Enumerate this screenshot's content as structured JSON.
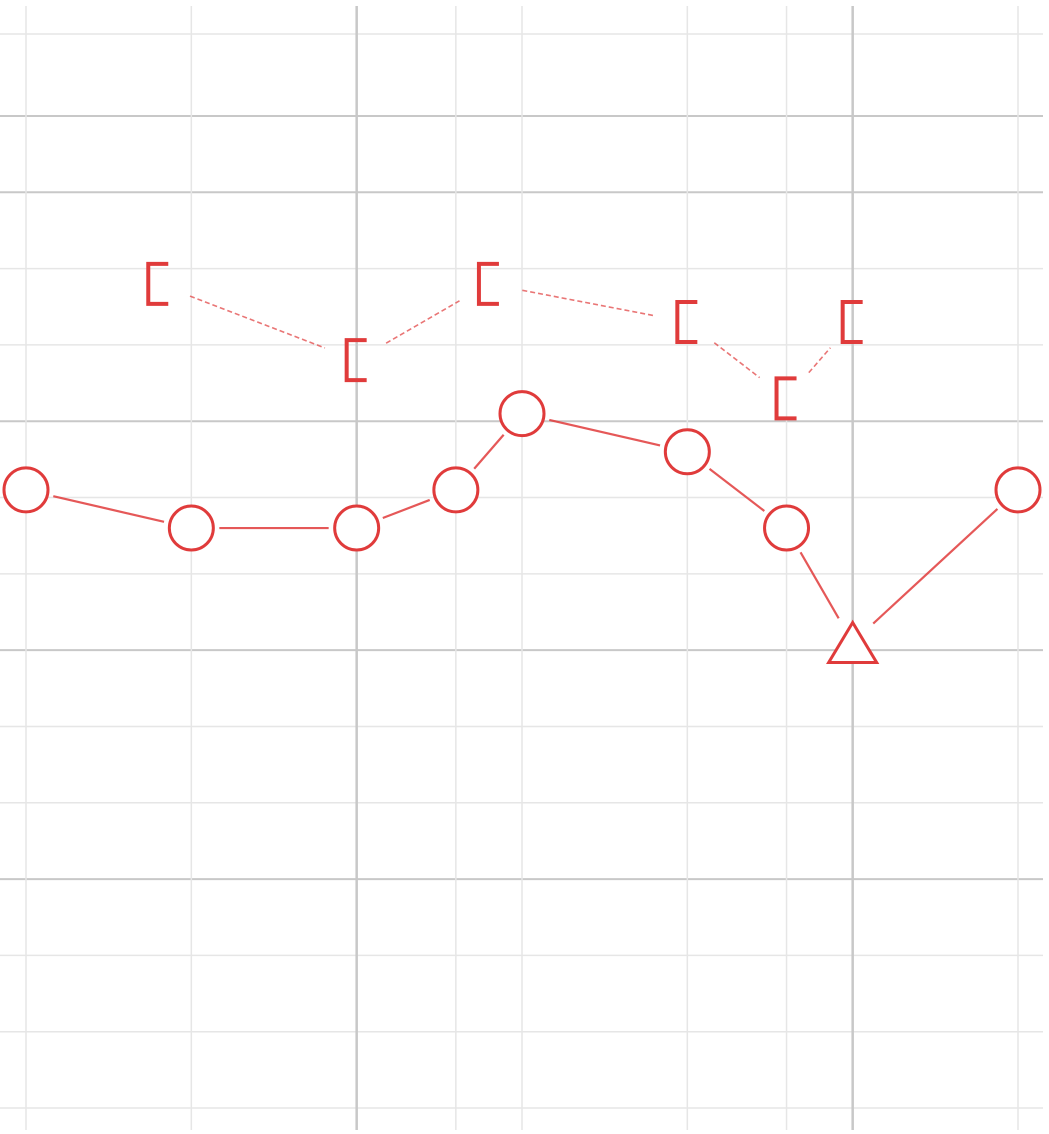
{
  "colors": {
    "series": "#e03b3b",
    "grid_minor": "#e6e6e6",
    "grid_major": "#c8c8c8",
    "background": "#ffffff"
  },
  "chart_data": {
    "type": "line",
    "title": "",
    "xlabel": "",
    "ylabel": "",
    "grid": true,
    "legend": "none",
    "x": [
      0,
      1,
      2,
      2.6,
      3,
      4,
      4.6,
      5,
      6
    ],
    "xlim": [
      0,
      6
    ],
    "ylim": [
      0,
      13
    ],
    "series": [
      {
        "marker": "circle",
        "line_style": "solid",
        "points": [
          {
            "x": 0,
            "y": 8.1,
            "marker": "circle"
          },
          {
            "x": 1,
            "y": 7.6,
            "marker": "circle"
          },
          {
            "x": 2,
            "y": 7.6,
            "marker": "circle"
          },
          {
            "x": 2.6,
            "y": 8.1,
            "marker": "circle"
          },
          {
            "x": 3,
            "y": 9.1,
            "marker": "circle"
          },
          {
            "x": 4,
            "y": 8.6,
            "marker": "circle"
          },
          {
            "x": 4.6,
            "y": 7.6,
            "marker": "circle"
          },
          {
            "x": 5,
            "y": 6.1,
            "marker": "triangle"
          },
          {
            "x": 6,
            "y": 8.1,
            "marker": "circle"
          }
        ]
      },
      {
        "marker": "bracket",
        "line_style": "dashed",
        "points": [
          {
            "x": 0.8,
            "y": 10.8
          },
          {
            "x": 2,
            "y": 9.8
          },
          {
            "x": 2.8,
            "y": 10.8
          },
          {
            "x": 4,
            "y": 10.3
          },
          {
            "x": 4.6,
            "y": 9.3
          },
          {
            "x": 5,
            "y": 10.3
          }
        ]
      }
    ]
  }
}
